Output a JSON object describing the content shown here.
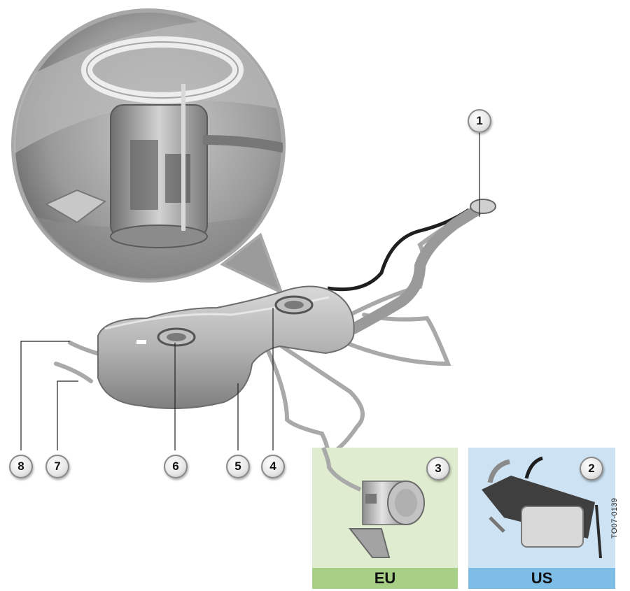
{
  "callouts": [
    "1",
    "2",
    "3",
    "4",
    "5",
    "6",
    "7",
    "8"
  ],
  "panels": {
    "eu": {
      "label": "EU"
    },
    "us": {
      "label": "US"
    }
  },
  "reference": "TO07-0139"
}
